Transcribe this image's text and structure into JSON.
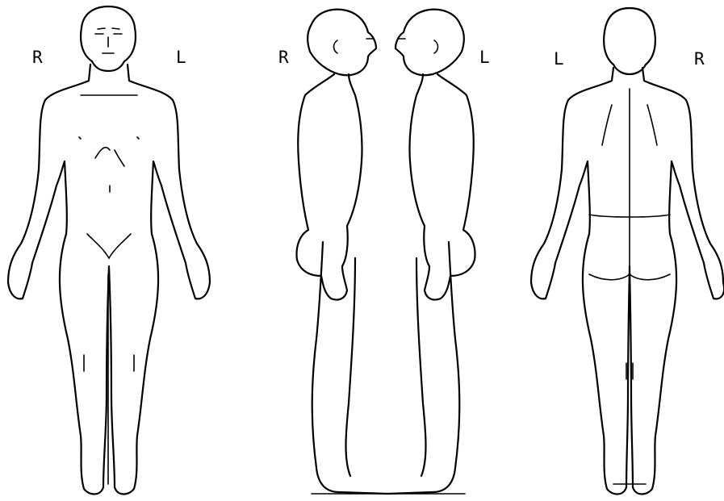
{
  "figures": [
    {
      "left_label": "R",
      "right_label": "L"
    },
    {
      "left_label": "R",
      "right_label": "L"
    },
    {
      "left_label": "L",
      "right_label": "R"
    }
  ]
}
